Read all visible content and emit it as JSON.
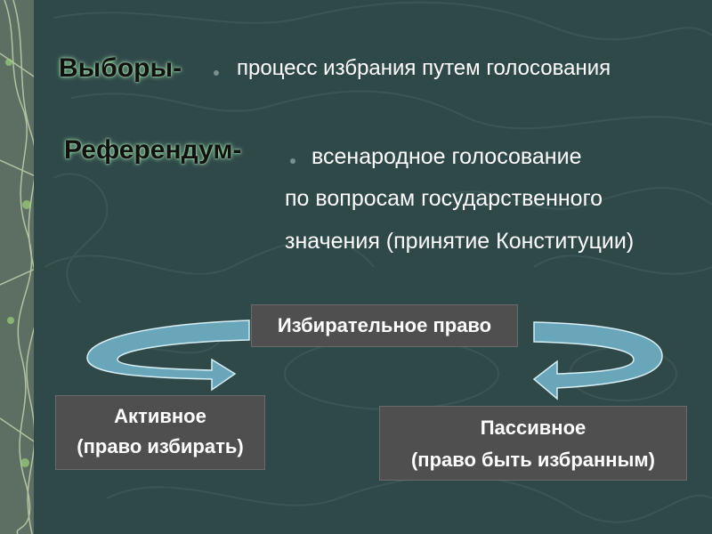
{
  "slide": {
    "elections": {
      "term": "Выборы-",
      "definition": "процесс избрания путем голосования"
    },
    "referendum": {
      "term": "Референдум-",
      "definition_lines": [
        "всенародное голосование",
        "по вопросам государственного",
        "значения (принятие Конституции)"
      ]
    }
  },
  "diagram": {
    "center": "Избирательное право",
    "active": {
      "line1": "Активное",
      "line2": "(право избирать)"
    },
    "passive": {
      "line1": "Пассивное",
      "line2": "(право быть  избранным)"
    }
  },
  "colors": {
    "background": "#2f4848",
    "arrow_fill": "#6aa6ba",
    "box_fill": "#4f4f4f"
  }
}
